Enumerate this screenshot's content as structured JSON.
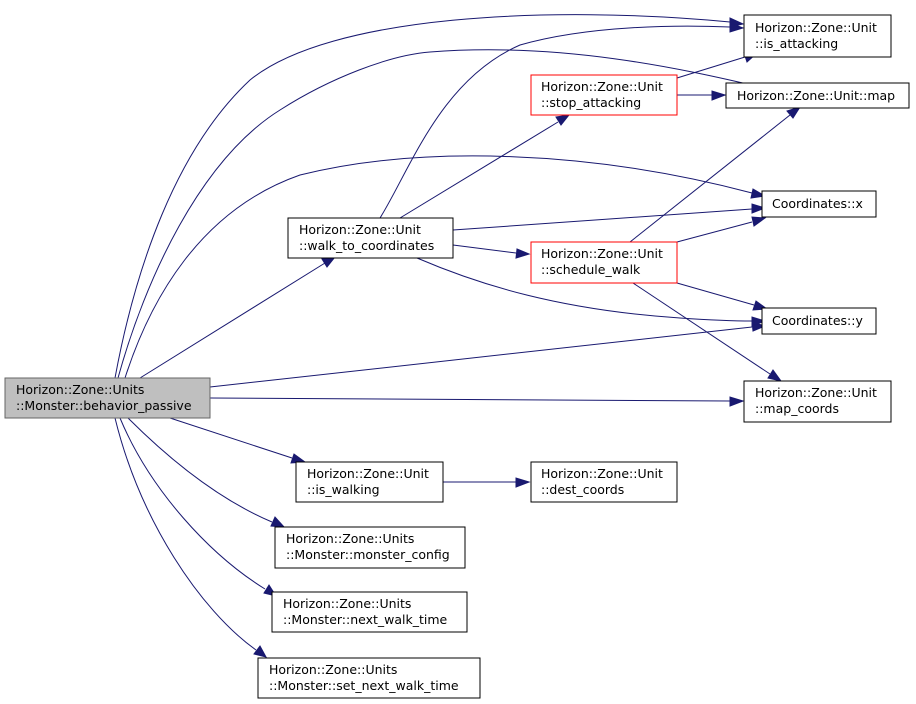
{
  "colors": {
    "edge": "#191970",
    "root_fill": "#bfbfbf",
    "highlight_border": "#ff0000"
  },
  "nodes": {
    "behavior_passive": {
      "line1": "Horizon::Zone::Units",
      "line2": "::Monster::behavior_passive"
    },
    "walk_to_coordinates": {
      "line1": "Horizon::Zone::Unit",
      "line2": "::walk_to_coordinates"
    },
    "stop_attacking": {
      "line1": "Horizon::Zone::Unit",
      "line2": "::stop_attacking"
    },
    "schedule_walk": {
      "line1": "Horizon::Zone::Unit",
      "line2": "::schedule_walk"
    },
    "is_attacking": {
      "line1": "Horizon::Zone::Unit",
      "line2": "::is_attacking"
    },
    "map": {
      "line1": "Horizon::Zone::Unit::map"
    },
    "coord_x": {
      "line1": "Coordinates::x"
    },
    "coord_y": {
      "line1": "Coordinates::y"
    },
    "map_coords": {
      "line1": "Horizon::Zone::Unit",
      "line2": "::map_coords"
    },
    "is_walking": {
      "line1": "Horizon::Zone::Unit",
      "line2": "::is_walking"
    },
    "dest_coords": {
      "line1": "Horizon::Zone::Unit",
      "line2": "::dest_coords"
    },
    "monster_config": {
      "line1": "Horizon::Zone::Units",
      "line2": "::Monster::monster_config"
    },
    "next_walk_time": {
      "line1": "Horizon::Zone::Units",
      "line2": "::Monster::next_walk_time"
    },
    "set_next_walk_time": {
      "line1": "Horizon::Zone::Units",
      "line2": "::Monster::set_next_walk_time"
    }
  }
}
